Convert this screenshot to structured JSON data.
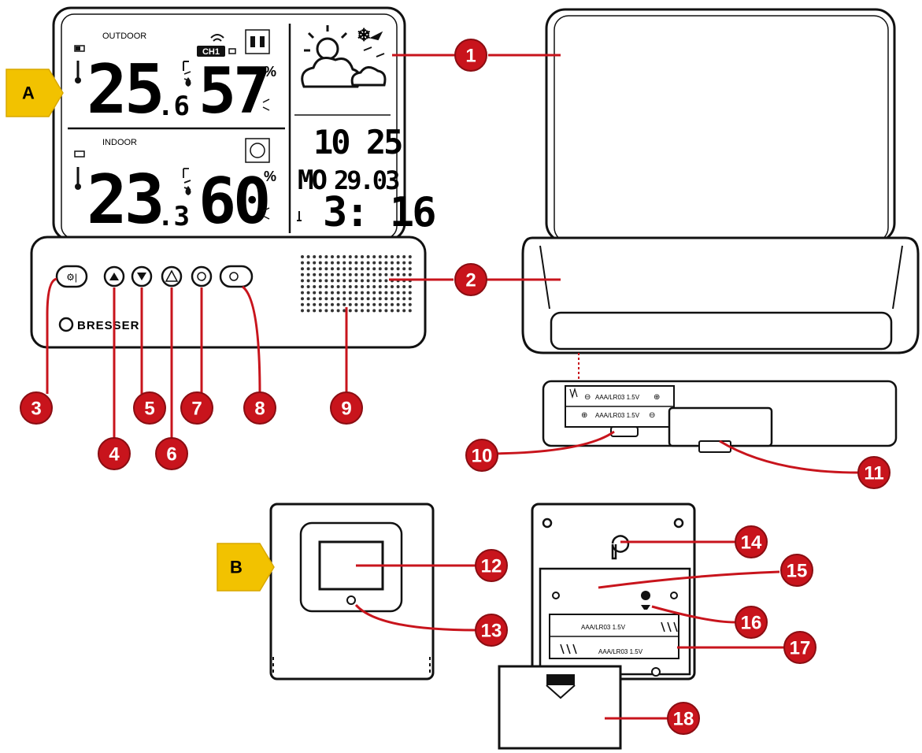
{
  "colors": {
    "callout_red": "#c8141c",
    "callout_line": "#c8141c",
    "section_marker": "#f2c200",
    "outline": "#111111"
  },
  "sections": {
    "a": "A",
    "b": "B"
  },
  "display": {
    "outdoor_label": "OUTDOOR",
    "indoor_label": "INDOOR",
    "channel": "CH1",
    "outdoor_temp_main": "25",
    "outdoor_temp_dec": ".6",
    "outdoor_humidity": "57",
    "indoor_temp_main": "23",
    "indoor_temp_dec": ".3",
    "indoor_humidity": "60",
    "percent": "%",
    "time_small": "10 25",
    "day": "MO",
    "date": "29.03",
    "time_large": "3: 16"
  },
  "brand": "BRESSER",
  "battery_labels": {
    "top": "AAA/LR03 1.5V",
    "bottom": "AAA/LR03 1.5V"
  },
  "sensor_battery_labels": {
    "top": "AAA/LR03 1.5V",
    "bottom": "AAA/LR03 1.5V"
  },
  "callouts": [
    "1",
    "2",
    "3",
    "4",
    "5",
    "6",
    "7",
    "8",
    "9",
    "10",
    "11",
    "12",
    "13",
    "14",
    "15",
    "16",
    "17",
    "18"
  ],
  "icons": [
    "thermometer-icon",
    "battery-icon",
    "signal-icon",
    "drop-icon",
    "trend-arrow-icon",
    "sun-cloud-icon",
    "snowflake-icon",
    "bird-icon",
    "house-icon",
    "alarm-icon",
    "wall-hook-icon",
    "button-set-icon",
    "button-up-icon",
    "button-down-icon",
    "button-alert-icon",
    "button-alarm-icon",
    "button-light-icon"
  ]
}
